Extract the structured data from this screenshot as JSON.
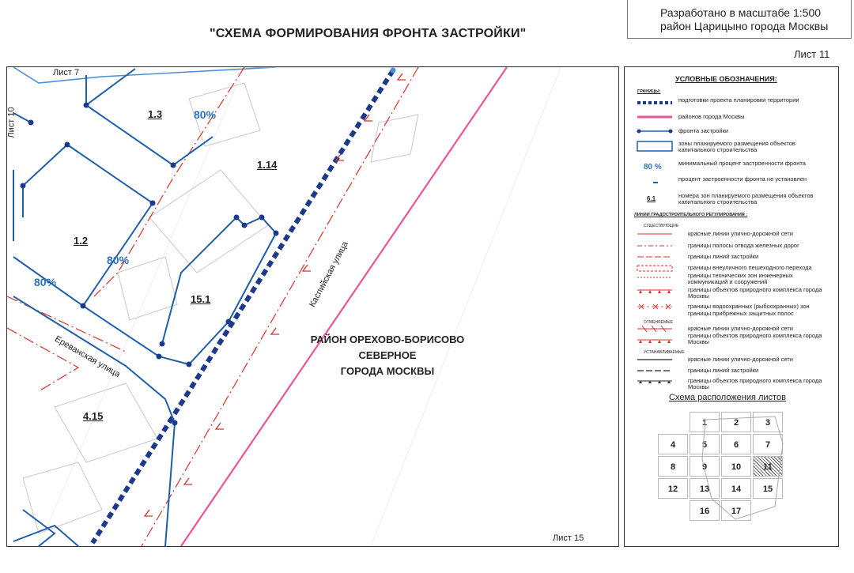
{
  "header": {
    "title": "\"СХЕМА ФОРМИРОВАНИЯ ФРОНТА ЗАСТРОЙКИ\"",
    "scale_line1": "Разработано в масштабе 1:500",
    "scale_line2": "район Царицыно города Москвы",
    "sheet": "Лист 11"
  },
  "map": {
    "sheet_refs": {
      "top": "Лист 7",
      "left": "Лист 10",
      "bottom": "Лист 15"
    },
    "zones": {
      "z13": "1.3",
      "z114": "1.14",
      "z12": "1.2",
      "z151": "15.1",
      "z415": "4.15"
    },
    "percents": {
      "p1": "80%",
      "p2": "80%",
      "p3": "80%"
    },
    "streets": {
      "erevan": "Ереванская улица",
      "kaspi": "Каспийская улица"
    },
    "district": {
      "line1": "РАЙОН ОРЕХОВО-БОРИСОВО",
      "line2": "СЕВЕРНОЕ",
      "line3": "ГОРОДА МОСКВЫ"
    },
    "colors": {
      "front": "#1f5fa8",
      "red_line": "#d8312a",
      "district_border": "#e8559a",
      "planning_border": "#1c3a8c"
    }
  },
  "legend": {
    "title": "УСЛОВНЫЕ ОБОЗНАЧЕНИЯ:",
    "borders_heading": "ГРАНИЦЫ:",
    "items": [
      {
        "icon": "thick-dashed-navy-line-icon",
        "text": "подготовки проекта планировки территории"
      },
      {
        "icon": "magenta-line-icon",
        "text": "районов города Москвы"
      },
      {
        "icon": "blue-dotted-front-line-icon",
        "text": "фронта застройки"
      },
      {
        "icon": "blue-rectangle-icon",
        "text": "зоны планируемого размещения объектов капитального строительства"
      },
      {
        "icon": "percent-sample-icon",
        "sample": "80 %",
        "text": "минимальный процент застроенности фронта"
      },
      {
        "icon": "dash-icon",
        "text": "процент застроенности фронта не установлен"
      },
      {
        "icon": "zone-number-icon",
        "sample": "6.1",
        "text": "номера зон планируемого размещения объектов капитального строительства"
      }
    ],
    "reg_heading": "ЛИНИИ ГРАДОСТРОИТЕЛЬНОГО РЕГУЛИРОВАНИЯ :",
    "existing_heading": "СУЩЕСТВУЮЩИЕ",
    "existing": [
      "красные линии улично-дорожной сети",
      "границы полосы отвода железных дорог",
      "границы линий застройки",
      "границы внеуличного пешеходного перехода",
      "границы технических зон инженерных коммуникаций и сооружений",
      "границы объектов природного комплекса города Москвы",
      "границы водоохранных (рыбоохранных) зон",
      "границы прибрежных защитных полос"
    ],
    "cancelled_heading": "ОТМЕНЯЕМЫЕ",
    "cancelled": [
      "красные линии улично-дорожной сети",
      "границы объектов природного комплекса города Москвы"
    ],
    "established_heading": "УСТАНАВЛИВАЕМЫЕ",
    "established": [
      "красные линии улично-дорожной сети",
      "границы линий застройки",
      "границы объектов природного комплекса города Москвы"
    ]
  },
  "sheet_grid": {
    "title": "Схема расположения листов",
    "current": "11",
    "cells": [
      "1",
      "2",
      "3",
      "4",
      "5",
      "6",
      "7",
      "8",
      "9",
      "10",
      "11",
      "12",
      "13",
      "14",
      "15",
      "16",
      "17"
    ]
  }
}
